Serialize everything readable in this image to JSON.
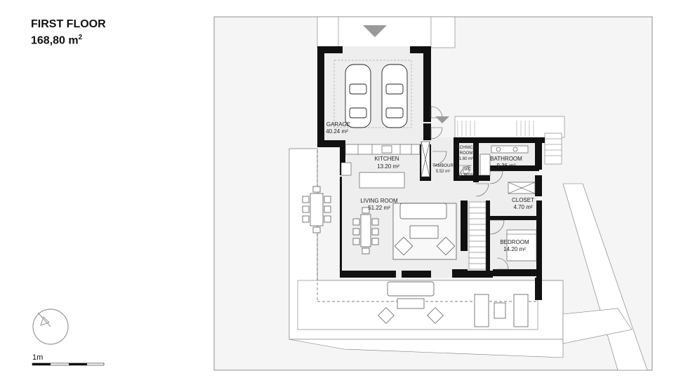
{
  "header": {
    "title": "FIRST FLOOR",
    "area": "168,80 m",
    "area_unit_sup": "2"
  },
  "rooms": {
    "garage": {
      "name": "GARAGE",
      "area": "40.24 m²"
    },
    "kitchen": {
      "name": "KITCHEN",
      "area": "13.20 m²"
    },
    "tambour": {
      "name": "TAMBOUR",
      "area": "5.52 m²"
    },
    "technical": {
      "name": "TECHNICAL",
      "name2": "ROOM",
      "area": "1.60 m²"
    },
    "wc": {
      "name": "WC",
      "area": "1.80 m²"
    },
    "bathroom": {
      "name": "BATHROOM",
      "area": "9.36 m²"
    },
    "closet": {
      "name": "CLOSET",
      "area": "4.70 m²"
    },
    "living": {
      "name": "LIVING ROOM",
      "area": "51.22 m²"
    },
    "bedroom": {
      "name": "BEDROOM",
      "area": "14.20 m²"
    }
  },
  "scale": {
    "label": "1m"
  },
  "colors": {
    "wall": "#111111",
    "line": "#555555",
    "site": "#f4f4f4",
    "floor": "#ececec"
  }
}
